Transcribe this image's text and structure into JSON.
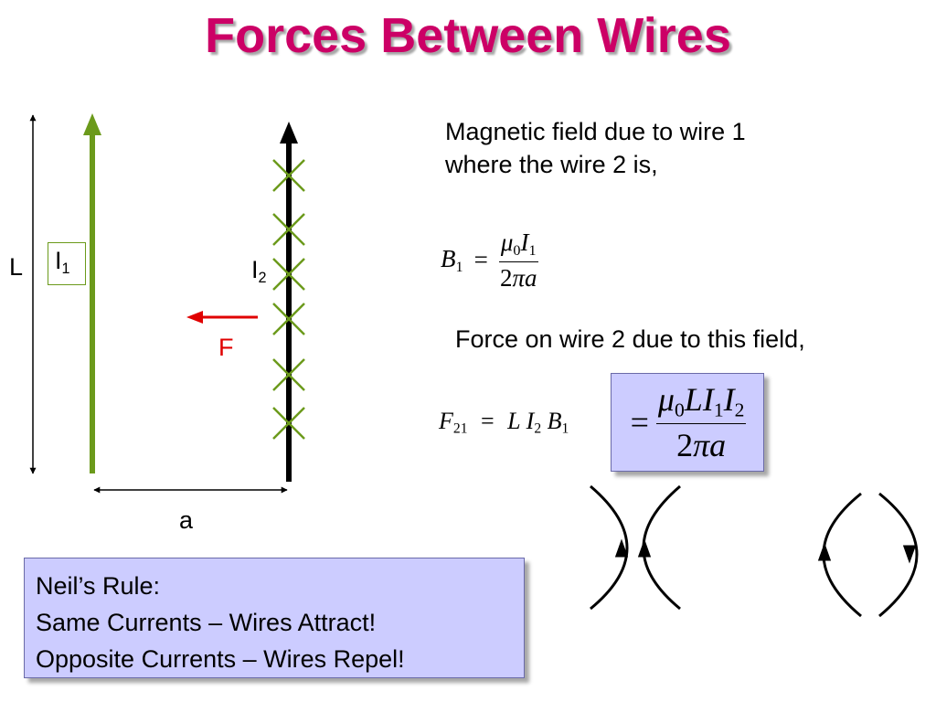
{
  "title": "Forces Between Wires",
  "colors": {
    "title": "#cc0066",
    "wire1": "#6b9a1b",
    "wire2": "#000000",
    "force": "#e00000",
    "box_fill": "#ccccff"
  },
  "diagram": {
    "length_label": "L",
    "wire1_label": "I",
    "wire1_sub": "1",
    "wire2_label": "I",
    "wire2_sub": "2",
    "force_label": "F",
    "separation_label": "a"
  },
  "text": {
    "field_line1": "Magnetic field due to wire 1",
    "field_line2": "where the wire 2 is,",
    "force_line": "Force on wire 2 due to this field,"
  },
  "equation_b": {
    "lhs": "B",
    "lhs_sub": "1",
    "eq": "=",
    "num_mu": "μ",
    "num_mu_sub": "0",
    "num_i": "I",
    "num_i_sub": "1",
    "den_2": "2",
    "den_pi": "π",
    "den_a": "a"
  },
  "equation_f": {
    "lhs": "F",
    "lhs_sub": "21",
    "eq": "=",
    "l": "L",
    "i": "I",
    "i_sub": "2",
    "b": "B",
    "b_sub": "1"
  },
  "equation_result": {
    "eq": "=",
    "num_mu": "μ",
    "num_mu_sub": "0",
    "num_l": "L",
    "num_i1": "I",
    "num_i1_sub": "1",
    "num_i2": "I",
    "num_i2_sub": "2",
    "den_2": "2",
    "den_pi": "π",
    "den_a": "a"
  },
  "rule": {
    "line1": "Neil’s Rule:",
    "line2": "Same Currents – Wires Attract!",
    "line3": "Opposite Currents – Wires Repel!"
  }
}
